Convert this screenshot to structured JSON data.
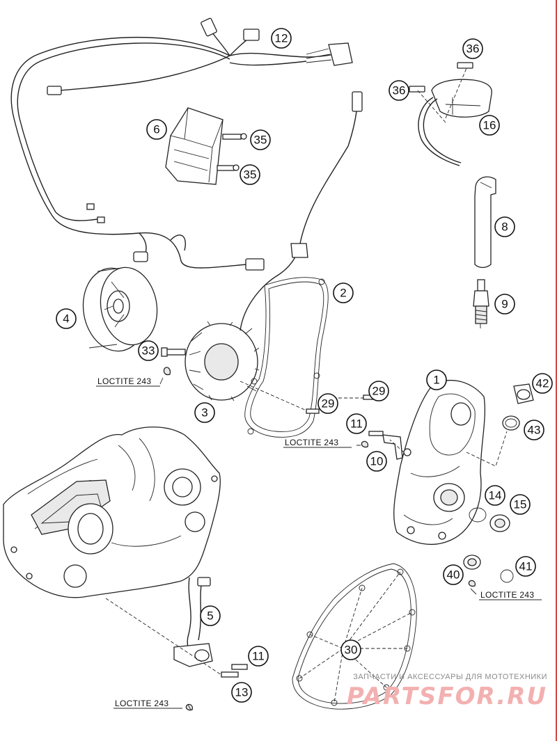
{
  "diagram": {
    "callouts": [
      {
        "id": "c12",
        "label": "12"
      },
      {
        "id": "c6",
        "label": "6"
      },
      {
        "id": "c35a",
        "label": "35"
      },
      {
        "id": "c35b",
        "label": "35"
      },
      {
        "id": "c36a",
        "label": "36"
      },
      {
        "id": "c36b",
        "label": "36"
      },
      {
        "id": "c16",
        "label": "16"
      },
      {
        "id": "c8",
        "label": "8"
      },
      {
        "id": "c9",
        "label": "9"
      },
      {
        "id": "c2",
        "label": "2"
      },
      {
        "id": "c4",
        "label": "4"
      },
      {
        "id": "c33",
        "label": "33"
      },
      {
        "id": "c3",
        "label": "3"
      },
      {
        "id": "c29a",
        "label": "29"
      },
      {
        "id": "c29b",
        "label": "29"
      },
      {
        "id": "c11a",
        "label": "11"
      },
      {
        "id": "c10",
        "label": "10"
      },
      {
        "id": "c1",
        "label": "1"
      },
      {
        "id": "c42",
        "label": "42"
      },
      {
        "id": "c43",
        "label": "43"
      },
      {
        "id": "c14",
        "label": "14"
      },
      {
        "id": "c15",
        "label": "15"
      },
      {
        "id": "c40",
        "label": "40"
      },
      {
        "id": "c41",
        "label": "41"
      },
      {
        "id": "c5",
        "label": "5"
      },
      {
        "id": "c30",
        "label": "30"
      },
      {
        "id": "c11b",
        "label": "11"
      },
      {
        "id": "c13",
        "label": "13"
      }
    ],
    "loctite_labels": [
      {
        "id": "l1",
        "text": "LOCTITE 243"
      },
      {
        "id": "l2",
        "text": "LOCTITE 243"
      },
      {
        "id": "l3",
        "text": "LOCTITE 243"
      },
      {
        "id": "l4",
        "text": "LOCTITE 243"
      }
    ]
  },
  "watermark": {
    "tagline": "ЗАПЧАСТИ И АКСЕССУАРЫ ДЛЯ МОТОТЕХНИКИ",
    "logo": "PARTSFOR.RU"
  }
}
